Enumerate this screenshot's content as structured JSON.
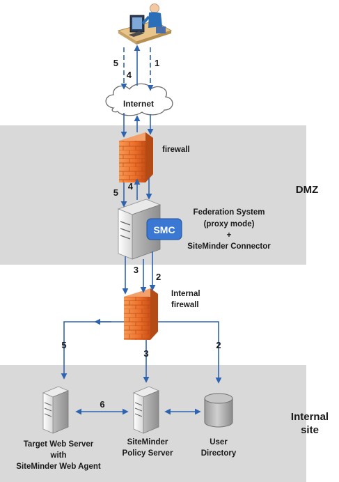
{
  "zones": {
    "dmz": "DMZ",
    "internal_line1": "Internal",
    "internal_line2": "site"
  },
  "nodes": {
    "internet": "Internet",
    "firewall": "firewall",
    "internal_firewall_line1": "Internal",
    "internal_firewall_line2": "firewall",
    "federation_line1": "Federation System",
    "federation_line2": "(proxy mode)",
    "federation_line3": "+",
    "federation_line4": "SiteMinder Connector",
    "smc_badge": "SMC",
    "target_line1": "Target Web Server",
    "target_line2": "with",
    "target_line3": "SiteMinder Web Agent",
    "policy_line1": "SiteMinder",
    "policy_line2": "Policy Server",
    "directory_line1": "User",
    "directory_line2": "Directory"
  },
  "steps": {
    "s1": "1",
    "s2": "2",
    "s3": "3",
    "s4": "4",
    "s5": "5",
    "s6": "6"
  },
  "colors": {
    "arrow": "#2e63b0",
    "zone_bg": "#d9d9d9",
    "firewall": "#ef7a32",
    "smc_badge": "#3a78d4"
  }
}
